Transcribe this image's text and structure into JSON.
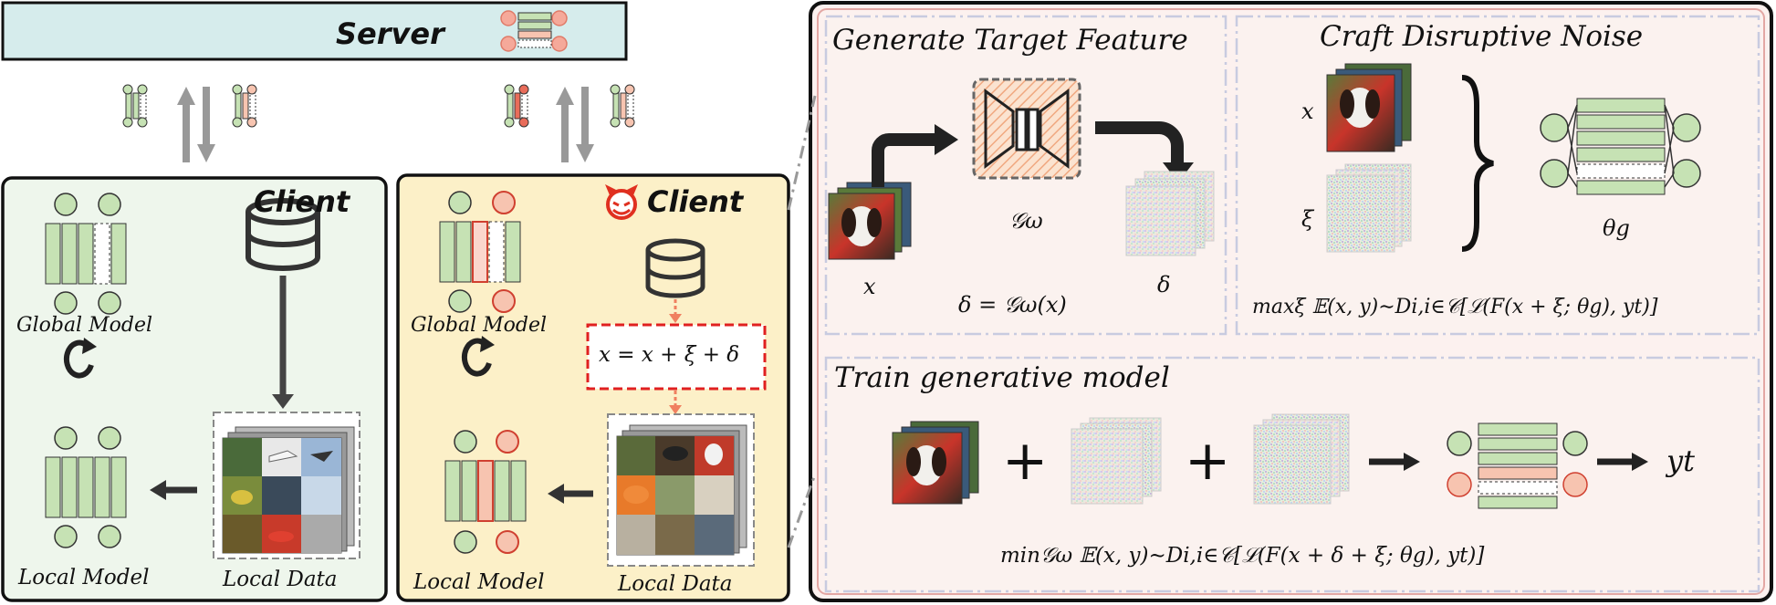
{
  "server": {
    "title": "Server"
  },
  "client_benign": {
    "title": "Client",
    "global_label": "Global Model",
    "local_label": "Local Model",
    "data_label": "Local Data"
  },
  "client_malicious": {
    "title": "Client",
    "global_label": "Global Model",
    "local_label": "Local Model",
    "data_label": "Local Data",
    "poison_eq": "x = x + ξ + δ"
  },
  "panel_generate": {
    "title": "Generate Target Feature",
    "x_label": "x",
    "gen_label": "𝒢ω",
    "delta_label": "δ",
    "equation": "δ = 𝒢ω(x)"
  },
  "panel_craft": {
    "title": "Craft Disruptive Noise",
    "x_label": "x",
    "xi_label": "ξ",
    "theta_label": "θg",
    "equation": "maxξ 𝔼(x, y)∼Di,i∈𝒞[ℒ(F(x + ξ; θg), yt)]"
  },
  "panel_train": {
    "title": "Train generative model",
    "plus1": "+",
    "plus2": "+",
    "yt_label": "yt",
    "equation": "min𝒢ω 𝔼(x, y)∼Di,i∈𝒞[ℒ(F(x + δ + ξ; θg), yt)]"
  },
  "colors": {
    "server_bg": "#d6ecec",
    "benign_bg": "#eef6ec",
    "malicious_bg": "#fcf0c8",
    "right_bg": "#fcf1ef",
    "model_green": "#c6e2b4",
    "model_red": "#e86c5a",
    "model_pink": "#f7c4b0",
    "devil": "#e03020"
  }
}
